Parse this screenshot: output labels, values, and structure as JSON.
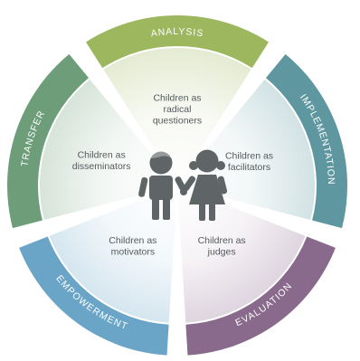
{
  "colors": {
    "analysis": "#9db75f",
    "implementation": "#5f97a0",
    "evaluation": "#8a6a8c",
    "empowerment": "#6aa5c7",
    "transfer": "#6e9e79",
    "figures": "#5f6466"
  },
  "segments": [
    {
      "id": "analysis",
      "band_label": "ANALYSIS",
      "role": [
        "Children as",
        "radical",
        "questioners"
      ]
    },
    {
      "id": "implementation",
      "band_label": "IMPLEMENTATION",
      "role": [
        "Children as",
        "facilitators"
      ]
    },
    {
      "id": "evaluation",
      "band_label": "EVALUATION",
      "role": [
        "Children as",
        "judges"
      ]
    },
    {
      "id": "empowerment",
      "band_label": "EMPOWERMENT",
      "role": [
        "Children as",
        "motivators"
      ]
    },
    {
      "id": "transfer",
      "band_label": "TRANSFER",
      "role": [
        "Children as",
        "disseminators"
      ]
    }
  ],
  "center": {
    "icon": "boy-and-girl-icon"
  }
}
